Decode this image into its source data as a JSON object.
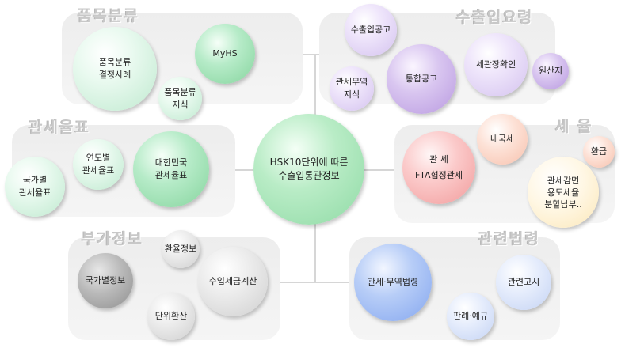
{
  "center": {
    "label": "HSK10단위에 따른\n수출입통관정보"
  },
  "sections": {
    "pummok": {
      "title": "품목분류",
      "items": {
        "case": "품목분류\n결정사례",
        "myhs": "MyHS",
        "knowledge": "품목분류\n지식"
      }
    },
    "yoryeong": {
      "title": "수출입요령",
      "items": {
        "notice": "수출입공고",
        "tradeknow": "관세무역\n지식",
        "integrated": "통합공고",
        "confirm": "세관장확인",
        "origin": "원산지"
      }
    },
    "tariff": {
      "title": "관세율표",
      "items": {
        "annual": "연도별\n관세율표",
        "korea": "대한민국\n관세율표",
        "country": "국가별\n관세율표"
      }
    },
    "tax": {
      "title": "세 율",
      "items": {
        "domestic": "내국세",
        "fta": "관 세\nFTA협정관세",
        "refund": "환급",
        "reduction": "관세감면\n용도세율\n분할납부.."
      }
    },
    "extra": {
      "title": "부가정보",
      "items": {
        "exchange": "환율정보",
        "country": "국가별정보",
        "calc": "수입세금계산",
        "unit": "단위환산"
      }
    },
    "law": {
      "title": "관련법령",
      "items": {
        "lawmain": "관세·무역법령",
        "notices": "관련고시",
        "precedent": "판례·예규"
      }
    }
  }
}
